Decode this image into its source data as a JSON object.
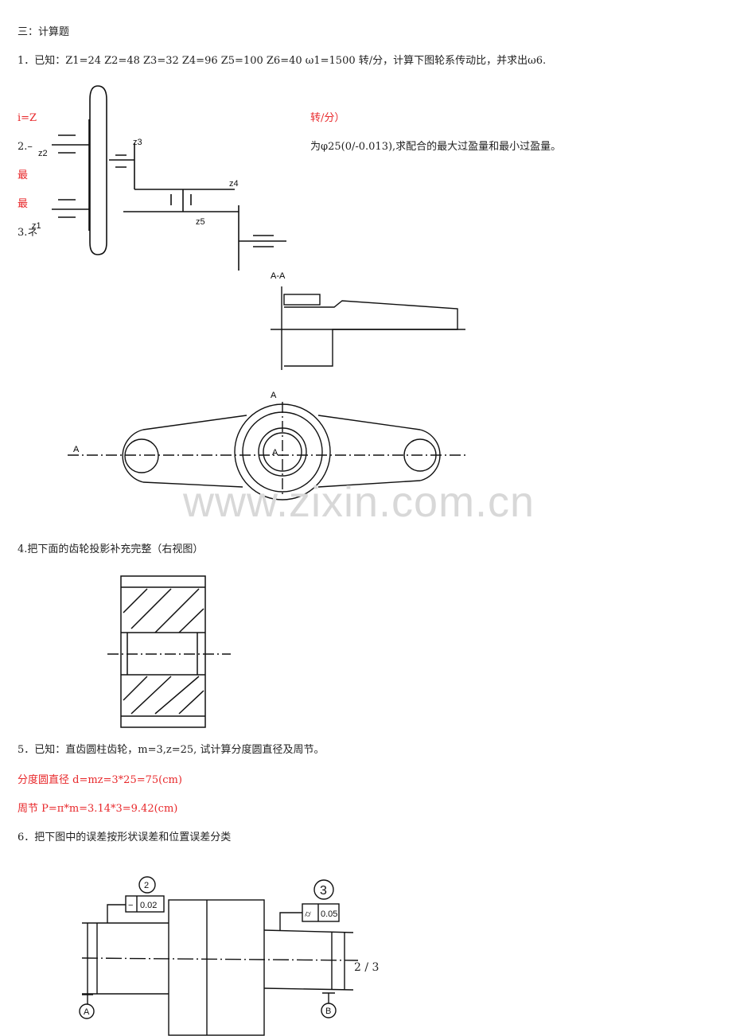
{
  "heading": "三：计算题",
  "q1": {
    "text": "1．已知：Z1=24    Z2=48    Z3=32    Z4=96    Z5=100    Z6=40        ω1=1500 转/分，计算下图轮系传动比，并求出ω6.",
    "answer_partial": "i=Z",
    "answer_partial_right": "转/分）",
    "labels": [
      "z2",
      "z3",
      "z4",
      "z5",
      "z1"
    ]
  },
  "q2": {
    "prefix": "2.–",
    "text_right": "为φ25(0/-0.013),求配合的最大过盈量和最小过盈量。",
    "answer1_partial": "最",
    "answer2_partial": "最"
  },
  "q3": {
    "prefix": "3.ネ",
    "section_label": "A-A",
    "view_label_top": "A",
    "view_label_left": "A",
    "view_label_center": "A"
  },
  "watermark": "www.zixin.com.cn",
  "q4": {
    "text": "4.把下面的齿轮投影补充完整（右视图）"
  },
  "q5": {
    "text": "5．已知：直齿圆柱齿轮，m=3,z=25, 试计算分度圆直径及周节。",
    "answer1": "分度圆直径 d=mz=3*25=75(cm)",
    "answer2": "周节 P=π*m=3.14*3=9.42(cm)"
  },
  "q6": {
    "text": "6．把下图中的误差按形状误差和位置误差分类",
    "callouts": [
      {
        "number": "2",
        "symbol": "−",
        "value": "0.02"
      },
      {
        "number": "3",
        "symbol": "⌭",
        "value": "0.05"
      }
    ],
    "datums": [
      "A",
      "B"
    ]
  },
  "page_number": "2 / 3"
}
